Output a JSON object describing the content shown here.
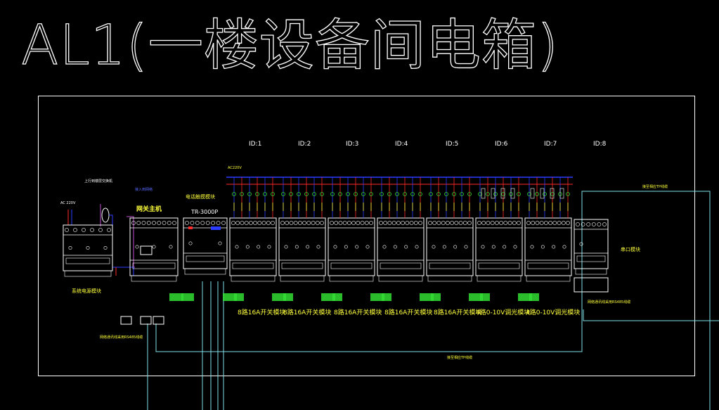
{
  "title": "AL1(一楼设备间电箱)",
  "ids": [
    "ID:1",
    "ID:2",
    "ID:3",
    "ID:4",
    "ID:5",
    "ID:6",
    "ID:7",
    "ID:8"
  ],
  "modules": {
    "power": "系统电源模块",
    "gateway": "网关主机",
    "touch_module": "电话触摸模块",
    "touch_model": "TR-3000P",
    "serial": "串口模块",
    "channels": [
      "8路16A开关模块",
      "8路16A开关模块",
      "8路16A开关模块",
      "8路16A开关模块",
      "8路16A开关模块",
      "4路0-10V调光模块",
      "4路0-10V调光模块"
    ]
  },
  "notes": {
    "gateway_top": "接入到网络",
    "power_in": "AC 220V",
    "ring": "上行到楼层交换机",
    "left_bottom": "网络通讯线采用RS485线缆",
    "right_bottom": "网络通讯线采用RS485线缆",
    "bottom_center": "接至相应TP线缆",
    "right_top": "接至相应TP线缆",
    "bus_power": "AC220V"
  },
  "colors": {
    "bus_blue": "#2b3cff",
    "line_red": "#ff2a2a",
    "line_yellow": "#ffff3c",
    "cable_cyan": "#7fe0e8",
    "terminal_green": "#33dd33",
    "purple": "#c050d0"
  }
}
